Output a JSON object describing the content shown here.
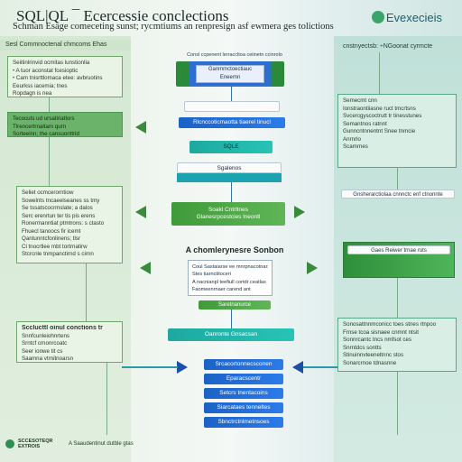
{
  "header": {
    "title": "SQL|QL ¯ Ecercessie conclections",
    "subtitle": "Schman Esage comeceting sunst; rycmtiums an renpresign asf ewmera ges tolictions",
    "brand": "Evexecieis"
  },
  "left": {
    "head": "Sesl Commnoctenal chmcoms Ehas",
    "card1": [
      "Seiitinlrinvid ocmitas lunstionlia",
      "A tuor aconstat fcesioptic",
      "Cam tnisrttlomaca etee: avbruotins",
      "Eeurkss iacemia; tnes",
      "Ropdagn is nea"
    ],
    "tag1": "Tecocuts ud ursatiriatlors",
    "card2": [
      "Tlrencertrnaltam qurn",
      "Sorteeinn; the cansuonttrid"
    ],
    "card3": [
      "Seliet ocmcerorntiow",
      "Sowelnts tncaeelseanes ss tmy",
      "Se tssatscocrmslate; a dalos",
      "Serc erenrtun ter tis pis erens",
      "Ronermanntiat ptmtrons: s ctasto",
      "Fhuecl tanoocs fir icemt",
      "Qantunntcfonlinens; tlsr",
      "Cl tnocrtlee mbt tortrnatirw",
      "Stcrcnle tnmpanctirnd s cirnn"
    ],
    "card4_head": "Scclucttl oinul conctions tr",
    "card4": [
      "Snnfcunleiohnrtens",
      "Srntcf crnonrcoatc",
      "Seer ionwe tit cs",
      "Saamna vtrnitnoarsn"
    ],
    "footer_logo": "SCCESOTEQR EXTROIS",
    "footer_note": "A Saaudentinut dutble gtas"
  },
  "center": {
    "top_label": "Consl ccpenent lerraccltoa ceiinetn ccinrolo",
    "box1_l1": "Ganmmctoectiauc",
    "box1_l2": "Eneemn",
    "bar_white1": "",
    "bar_blue1": "Rlcnccoticmaotta tiaerel tinucl",
    "bar_teal1": "SQLE",
    "bar_white2": "Sgalenos",
    "green_box": [
      "Soakl Cntrltnes",
      "Glanesrpcestcies lneontl"
    ],
    "mid_title": "A chomlerynesre Sonbon",
    "list_box": [
      "Coul Sastaiarse ee mnrpnacotnars",
      "Stes tiarnctitoceri",
      "A nacnianpl teefiull cortdr ceatlas",
      "Faomeenrnaer carend ant"
    ],
    "green_small": "Saretnanurce",
    "teal_bar": "Oanronte Gnsacsan",
    "blue_stack": [
      "Srcacortonnecsconen",
      "Eparacscentr",
      "Setcrs tnentacoins",
      "Siarcataes tenneltes",
      "Sbnctrctnlmetnsoes"
    ]
  },
  "right": {
    "head": "cnstnyectsb: ÷NGoonat cyrmcte",
    "card1": [
      "Semecmt cnn",
      "Ionstraontiiasne ruct tmcrtsns",
      "Svcercgyscoctrutt tr tinesstunes",
      "Semantnos ratnnt",
      "Gunncntnnentnt  Snee tnmcie",
      "Anrnrlo",
      "Scamrnes"
    ],
    "bar_white": "Gnsherarctiolaa cnnnctc enf ctnonnte",
    "bar_green": "Gaes Reiwer trnae ruts",
    "card2": [
      "Sonosattnnmconicc toes stnes rtnpoo",
      "Frnse tcoa sisnaee cnmnt ntsit",
      "Sonnrcantc tncs nmfsot ces",
      "Snrntdcs sontts",
      "Stinuinnvteeneltnnc stos",
      "Sonarcrnoe tdnasnne"
    ]
  },
  "colors": {
    "accent_green": "#3f9a3a",
    "accent_blue": "#1b62c8",
    "accent_teal": "#1ea8a0"
  }
}
